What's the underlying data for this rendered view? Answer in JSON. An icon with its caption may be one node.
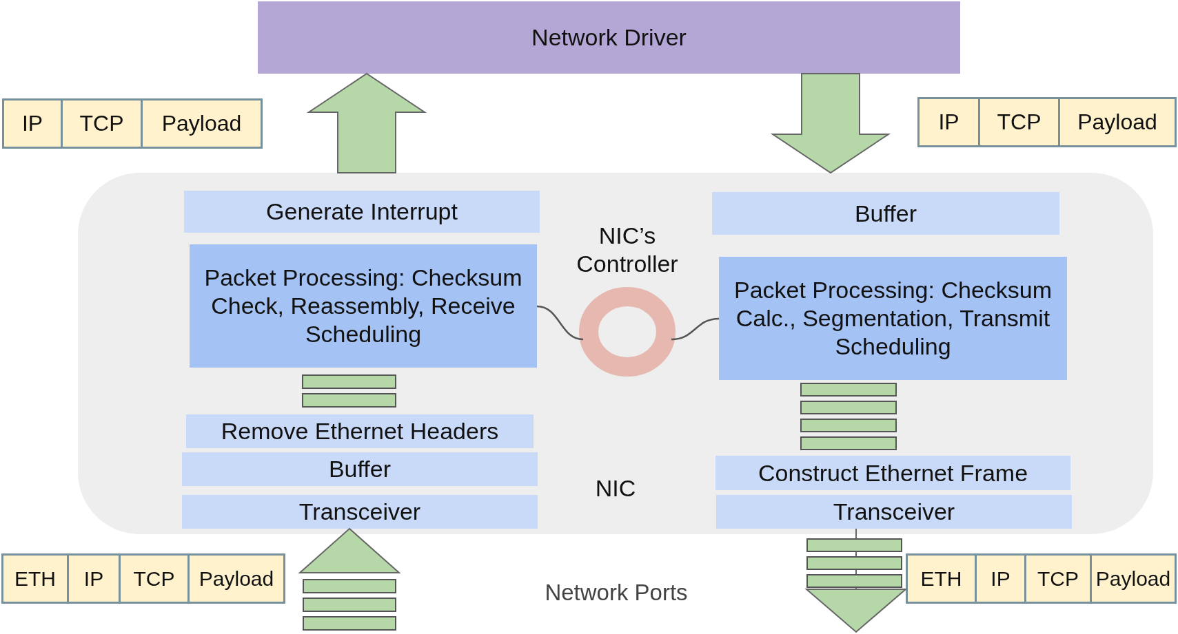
{
  "diagram": {
    "nodes": [
      {
        "text": [
          "Network Driver"
        ]
      },
      {
        "text": [
          "IP"
        ]
      },
      {
        "text": [
          "TCP"
        ]
      },
      {
        "text": [
          "Payload"
        ]
      },
      {
        "text": [
          "IP"
        ]
      },
      {
        "text": [
          "TCP"
        ]
      },
      {
        "text": [
          "Payload"
        ]
      },
      {
        "text": [
          "NIC"
        ]
      },
      {
        "text": [
          "Generate Interrupt"
        ],
        "in": 7
      },
      {
        "text": [
          "Packet Processing: Checksum Check, Reassembly, Receive Scheduling"
        ],
        "in": 7
      },
      {
        "text": [
          "Remove Ethernet Headers"
        ],
        "in": 7
      },
      {
        "text": [
          "Buffer"
        ],
        "in": 7
      },
      {
        "text": [
          "Transceiver"
        ],
        "in": 7
      },
      {
        "text": [
          "Buffer"
        ],
        "in": 7
      },
      {
        "text": [
          "Packet Processing: Checksum Calc., Segmentation, Transmit Scheduling"
        ],
        "in": 7
      },
      {
        "text": [
          "Construct Ethernet Frame"
        ],
        "in": 7
      },
      {
        "text": [
          "Transceiver"
        ],
        "in": 7
      },
      {
        "text": [
          "NIC’s Controller"
        ],
        "in": 7
      },
      {
        "text": [
          "ETH"
        ]
      },
      {
        "text": [
          "IP"
        ]
      },
      {
        "text": [
          "TCP"
        ]
      },
      {
        "text": [
          "Payload"
        ]
      },
      {
        "text": [
          "ETH"
        ]
      },
      {
        "text": [
          "IP"
        ]
      },
      {
        "text": [
          "TCP"
        ]
      },
      {
        "text": [
          "Payload"
        ]
      }
    ],
    "edges": [
      {
        "from": 7,
        "to": 0,
        "arrow": "to"
      },
      {
        "from": 0,
        "to": 7,
        "arrow": "to"
      },
      {
        "from": 9,
        "to": 17,
        "arrow": "none"
      },
      {
        "from": 17,
        "to": 14,
        "arrow": "none"
      },
      {
        "from": null,
        "to": 12,
        "arrow": "to"
      },
      {
        "from": 16,
        "to": null,
        "arrow": "to"
      }
    ],
    "labels": [
      "Network Ports"
    ]
  }
}
